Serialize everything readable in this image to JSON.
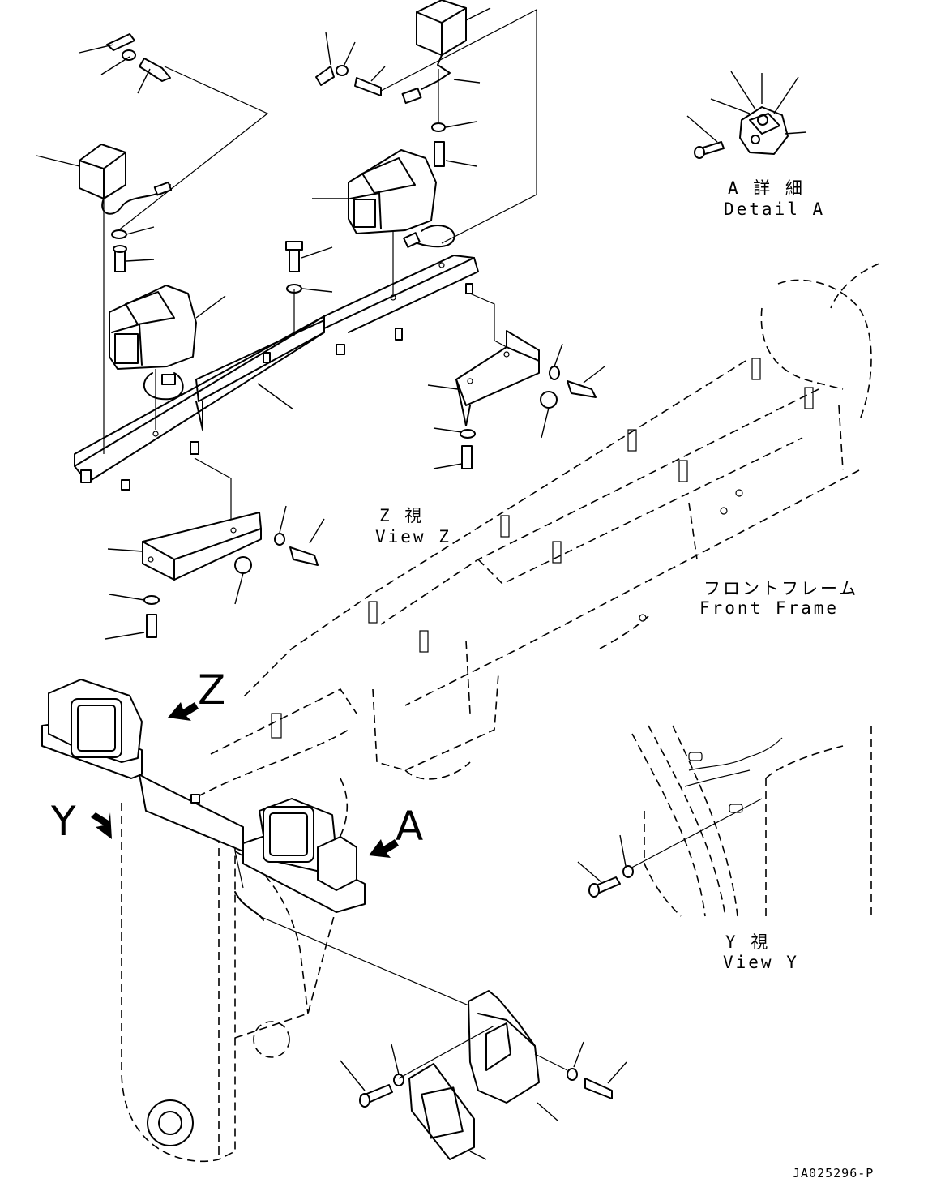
{
  "detail_a": {
    "jp": "A 詳 細",
    "en": "Detail A"
  },
  "view_z": {
    "jp": "Z 視",
    "en": "View Z"
  },
  "front_frame": {
    "jp": "フロントフレーム",
    "en": "Front Frame"
  },
  "view_y": {
    "jp": "Y 視",
    "en": "View Y"
  },
  "arrows": {
    "z": "Z",
    "y": "Y",
    "a": "A"
  },
  "drawing_code": "JA025296-P"
}
